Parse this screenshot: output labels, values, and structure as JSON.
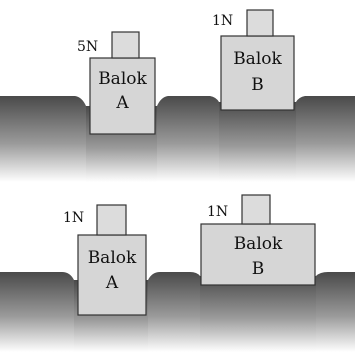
{
  "panels": [
    {
      "weights": {
        "a": "5N",
        "b": "1N"
      },
      "block_a": {
        "line1": "Balok",
        "line2": "A"
      },
      "block_b": {
        "line1": "Balok",
        "line2": "B"
      }
    },
    {
      "weights": {
        "a": "1N",
        "b": "1N"
      },
      "block_a": {
        "line1": "Balok",
        "line2": "A"
      },
      "block_b": {
        "line1": "Balok",
        "line2": "B"
      }
    }
  ],
  "colors": {
    "block": "#d6d6d6",
    "weight": "#dcdcdc",
    "ground_top": "#555555",
    "ground_bottom": "#ffffff"
  }
}
